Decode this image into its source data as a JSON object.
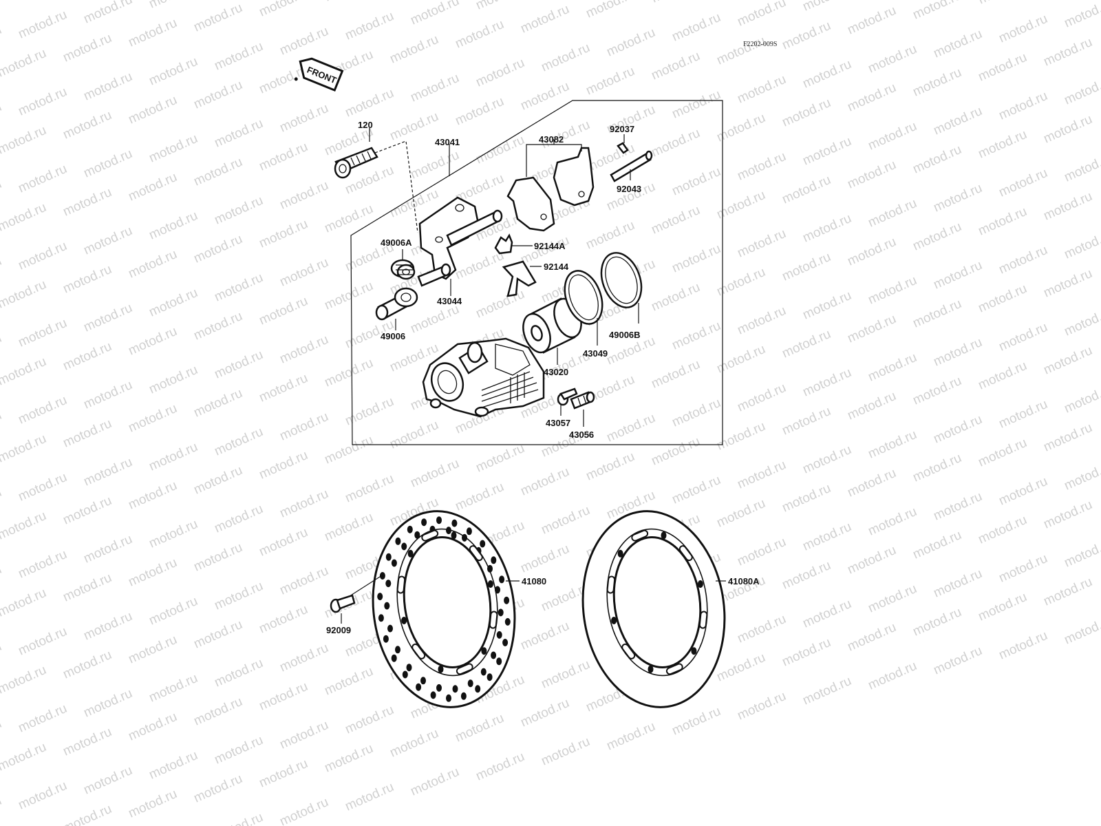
{
  "diagram_code": "F2202-009S",
  "front_label": "FRONT",
  "watermark": "motod.ru",
  "parts": {
    "p120": "120",
    "p43041": "43041",
    "p43082": "43082",
    "p92037": "92037",
    "p92043": "92043",
    "p49006A": "49006A",
    "p92144A": "92144A",
    "p92144": "92144",
    "p43044": "43044",
    "p49006": "49006",
    "p49006B": "49006B",
    "p43049": "43049",
    "p43020": "43020",
    "p43057": "43057",
    "p43056": "43056",
    "p41080": "41080",
    "p41080A": "41080A",
    "p92009": "92009"
  }
}
